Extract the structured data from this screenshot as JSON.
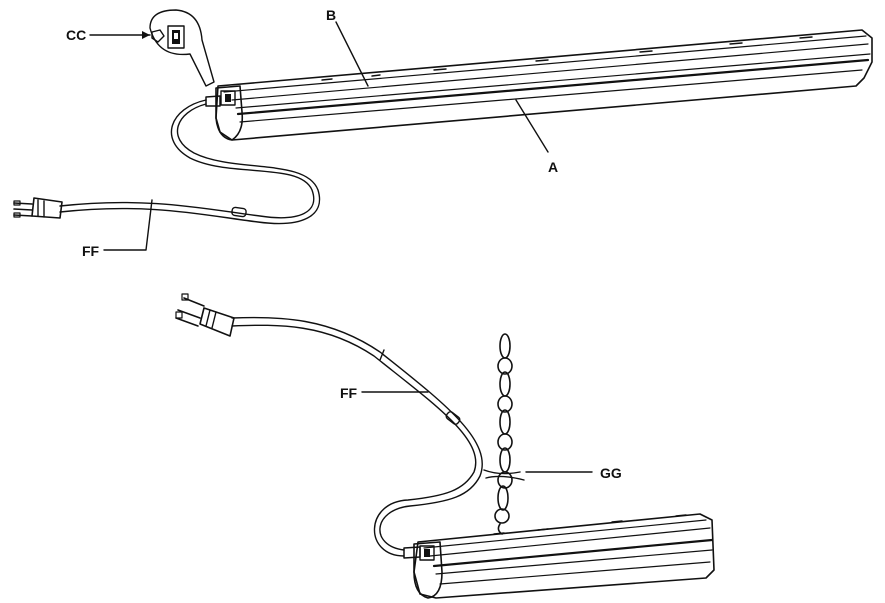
{
  "callouts": {
    "cc": "CC",
    "b": "B",
    "a": "A",
    "ff_top": "FF",
    "ff_bottom": "FF",
    "gg": "GG"
  },
  "colors": {
    "ink": "#111111",
    "paper": "#ffffff"
  }
}
